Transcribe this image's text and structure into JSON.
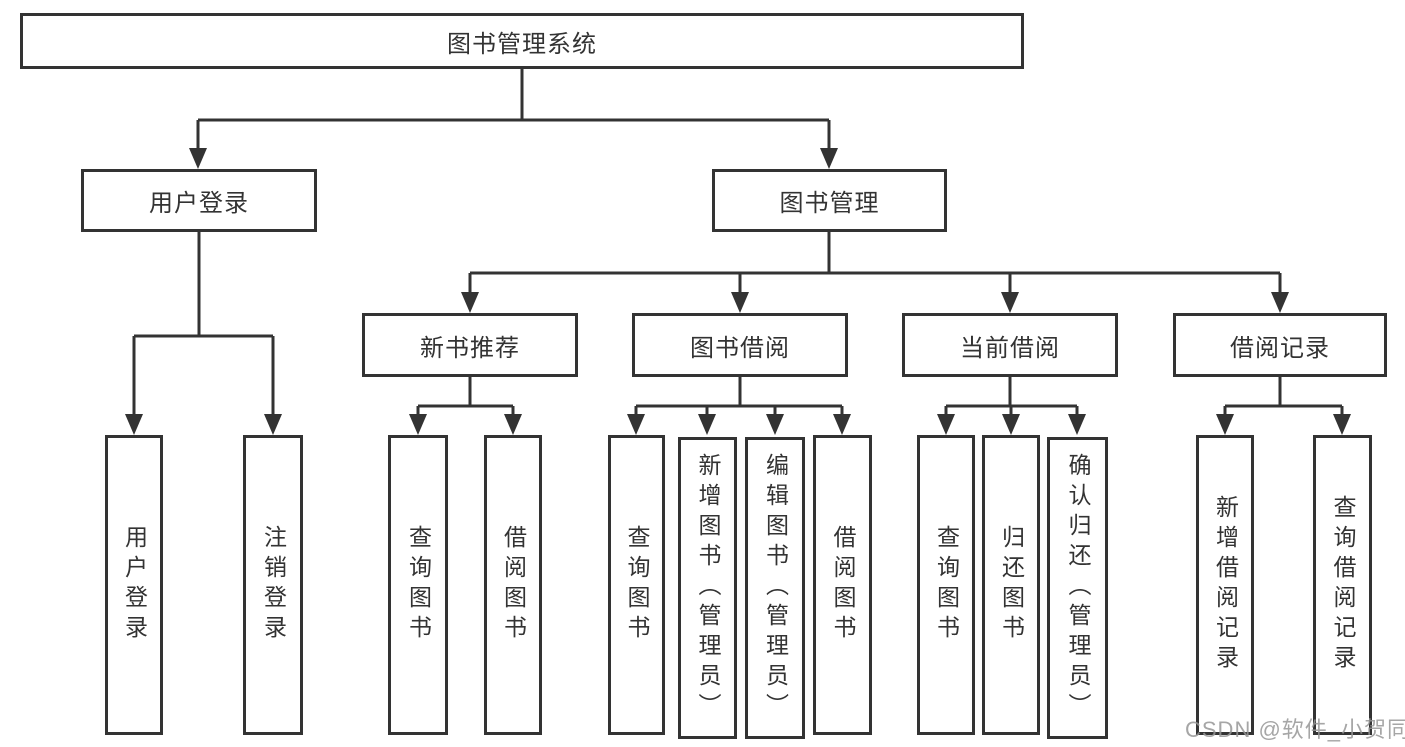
{
  "diagram": {
    "type": "tree",
    "root": {
      "label": "图书管理系统"
    },
    "branches": [
      {
        "label": "用户登录",
        "children": [
          {
            "label": "用户登录"
          },
          {
            "label": "注销登录"
          }
        ]
      },
      {
        "label": "图书管理",
        "children": [
          {
            "label": "新书推荐",
            "children": [
              {
                "label": "查询图书"
              },
              {
                "label": "借阅图书"
              }
            ]
          },
          {
            "label": "图书借阅",
            "children": [
              {
                "label": "查询图书"
              },
              {
                "label": "新增图书（管理员）"
              },
              {
                "label": "编辑图书（管理员）"
              },
              {
                "label": "借阅图书"
              }
            ]
          },
          {
            "label": "当前借阅",
            "children": [
              {
                "label": "查询图书"
              },
              {
                "label": "归还图书"
              },
              {
                "label": "确认归还（管理员）"
              }
            ]
          },
          {
            "label": "借阅记录",
            "children": [
              {
                "label": "新增借阅记录"
              },
              {
                "label": "查询借阅记录"
              }
            ]
          }
        ]
      }
    ],
    "watermark": "CSDN @软件_小贺同学",
    "colors": {
      "line": "#333333",
      "box_border": "#333333",
      "box_fill": "#ffffff",
      "text": "#333333",
      "watermark": "#969696",
      "background": "#ffffff"
    }
  }
}
